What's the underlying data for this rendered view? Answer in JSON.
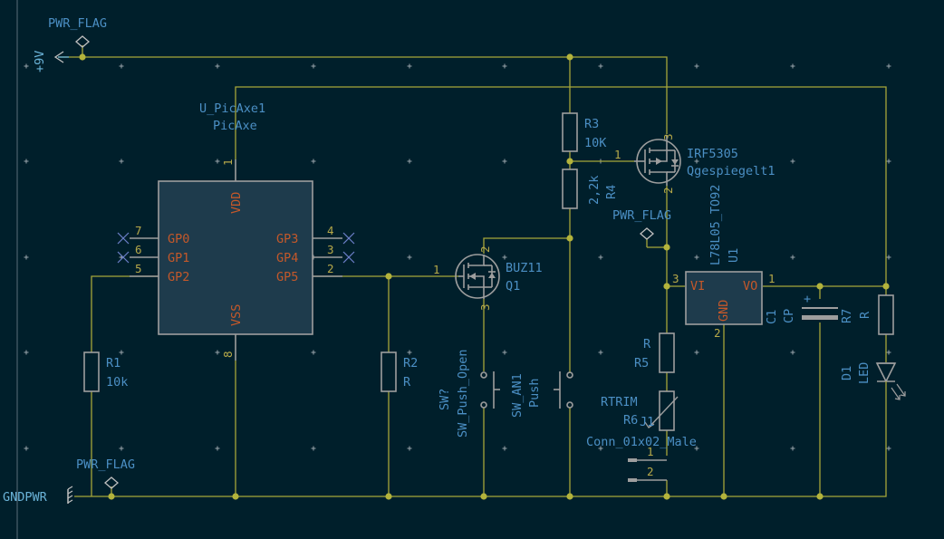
{
  "colors": {
    "background": "#001f2b",
    "wire": "#a6a63a",
    "junction": "#b3b33c",
    "component_body": "#9e9e9e",
    "ic_fill": "#1e3b4c",
    "reference_text": "#4b8fc4",
    "pin_number": "#b6a949",
    "pin_name": "#c4582a",
    "power_symbol": "#6bb4d9"
  },
  "power": {
    "plus9v": "+9V",
    "gndpwr": "GNDPWR",
    "flag_top": "PWR_FLAG",
    "flag_bottom": "PWR_FLAG",
    "flag_mid": "PWR_FLAG"
  },
  "picaxe": {
    "ref": "U_PicAxe1",
    "value": "PicAxe",
    "vdd": "VDD",
    "vss": "VSS",
    "pin_vdd": "1",
    "pin_vss": "8",
    "left": [
      {
        "num": "7",
        "name": "GP0"
      },
      {
        "num": "6",
        "name": "GP1"
      },
      {
        "num": "5",
        "name": "GP2"
      }
    ],
    "right": [
      {
        "num": "4",
        "name": "GP3"
      },
      {
        "num": "3",
        "name": "GP4"
      },
      {
        "num": "2",
        "name": "GP5"
      }
    ]
  },
  "r1": {
    "ref": "R1",
    "value": "10k"
  },
  "r2": {
    "ref": "R2",
    "value": "R"
  },
  "r3": {
    "ref": "R3",
    "value": "10K"
  },
  "r4": {
    "ref": "R4",
    "value": "2,2k"
  },
  "r5": {
    "ref": "R5",
    "value": "R"
  },
  "r6": {
    "ref": "R6",
    "value": "RTRIM"
  },
  "r7": {
    "ref": "R7",
    "value": "R"
  },
  "q1": {
    "ref": "Q1",
    "value": "BUZ11",
    "pin_g": "1",
    "pin_d": "2",
    "pin_s": "3"
  },
  "q2": {
    "ref": "Qgespiegelt1",
    "value": "IRF5305",
    "pin_g": "1",
    "pin_d": "2",
    "pin_s": "3"
  },
  "sw1": {
    "ref": "SW?",
    "value": "SW_Push_Open"
  },
  "sw2": {
    "ref": "SW_AN1",
    "value": "Push"
  },
  "u1": {
    "ref": "U1",
    "value": "L78L05_TO92",
    "vi": "VI",
    "vo": "VO",
    "gnd": "GND",
    "pin_vi": "3",
    "pin_vo": "1",
    "pin_gnd": "2"
  },
  "c1": {
    "ref": "C1",
    "value": "CP",
    "plus": "+"
  },
  "d1": {
    "ref": "D1",
    "value": "LED"
  },
  "j1": {
    "ref": "J1",
    "value": "Conn_01x02_Male",
    "pin1": "1",
    "pin2": "2"
  }
}
